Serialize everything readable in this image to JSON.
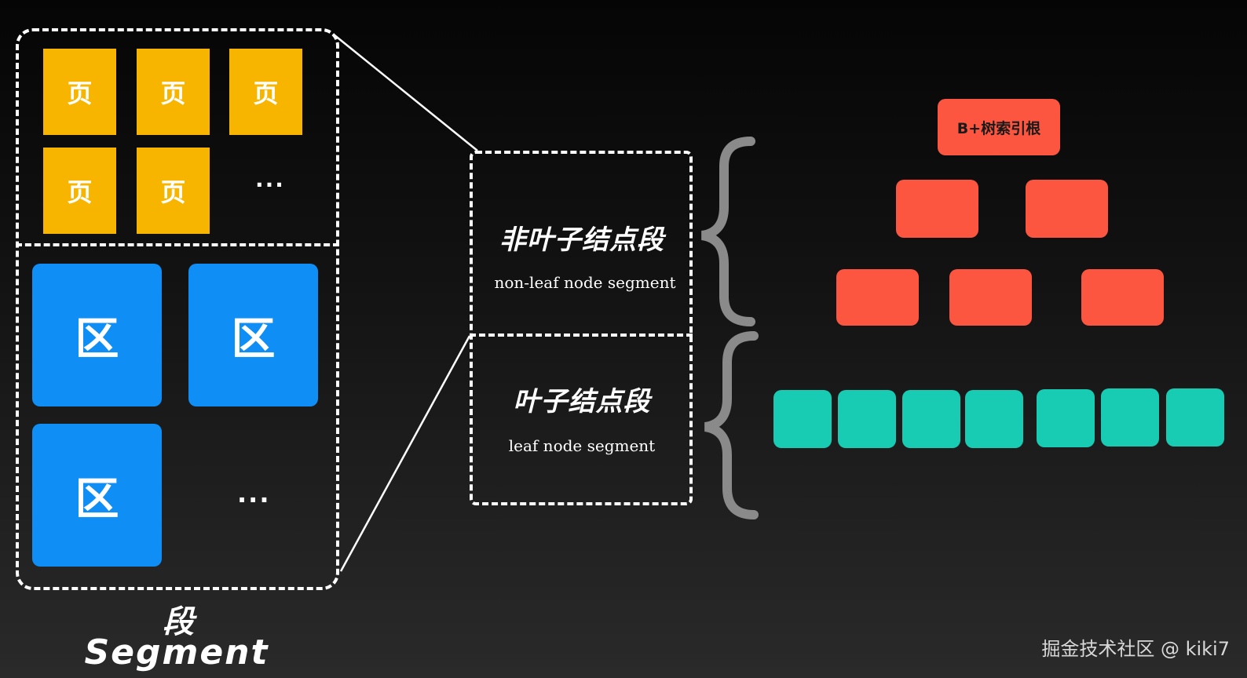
{
  "segment": {
    "label_cn": "段",
    "label_en": "Segment"
  },
  "pages": {
    "label": "页",
    "ellipsis": "..."
  },
  "extents": {
    "label": "区",
    "ellipsis": "..."
  },
  "non_leaf_segment": {
    "title": "非叶子结点段",
    "subtitle": "non-leaf node segment"
  },
  "leaf_segment": {
    "title": "叶子结点段",
    "subtitle": "leaf node segment"
  },
  "tree": {
    "root_label": "B+树索引根",
    "node_color": "#fd5640",
    "leaf_color": "#17ccb3"
  },
  "colors": {
    "page": "#f7b500",
    "extent": "#0f8ff5"
  },
  "watermark": "掘金技术社区 @ kiki7"
}
